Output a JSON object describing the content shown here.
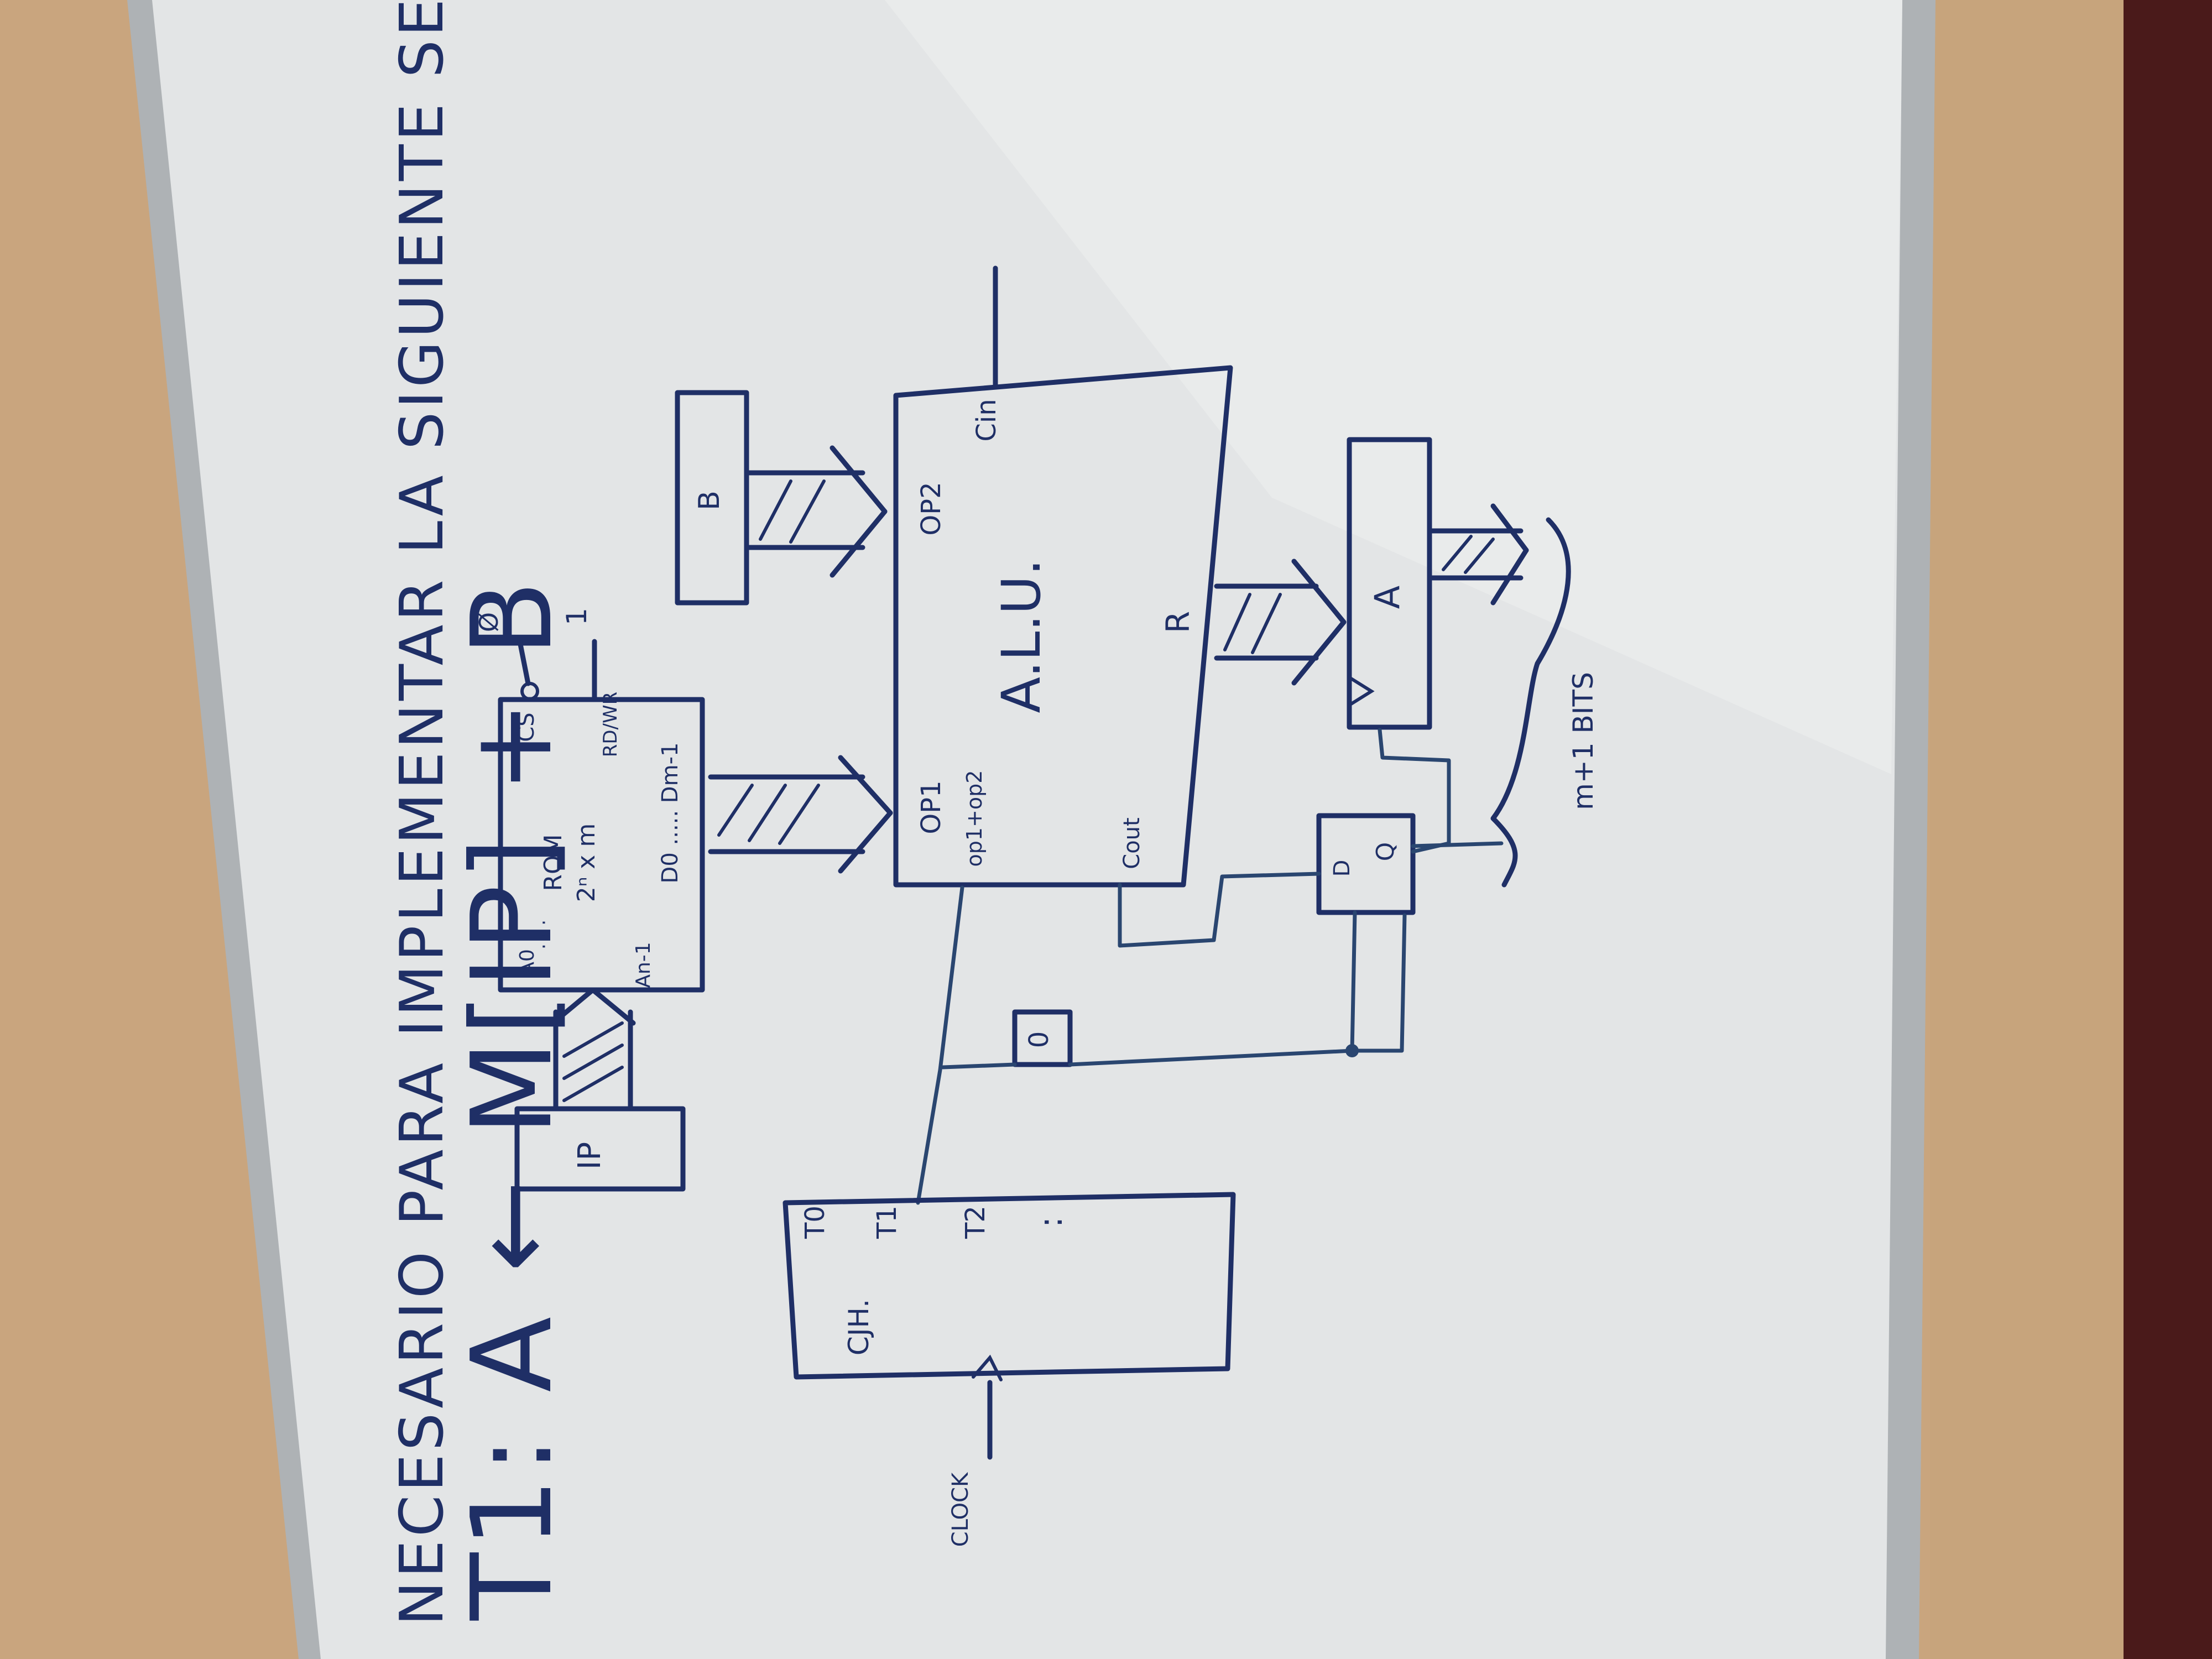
{
  "header": {
    "line1": "NECESARIO PARA IMPLEMENTAR LA SIGUIENTE SENTENCIA EN L.T.R.",
    "statement": "T1: A ← M[IP] + B"
  },
  "diagram": {
    "ip": "IP",
    "rom": {
      "name": "ROM",
      "size": "2ⁿ x m",
      "a0": "A0",
      "dots": "· · ·",
      "an1": "An-1",
      "outputs": "D0 ..... Dm-1",
      "cs": "CS",
      "rdwr": "RD/WR",
      "cs_val": "Ø",
      "rdwr_val": "1"
    },
    "b": "B",
    "alu": {
      "name": "A.L.U.",
      "op1": "OP1",
      "op2": "OP2",
      "cin": "Cin",
      "r": "R",
      "op": "op1+op2",
      "cout": "Cout"
    },
    "a": "A",
    "ff": {
      "d": "D",
      "q": "Q"
    },
    "zero": "0",
    "counter": {
      "name": "CJH.",
      "t0": "T0",
      "t1": "T1",
      "t2": "T2",
      "dots": ":"
    },
    "clock": "CLOCK",
    "bits": "m+1 BITS"
  },
  "colors": {
    "board": "#e5e7e8",
    "marker": "#1f2f66",
    "wall": "#c9a57e",
    "frame": "#b5b9bc"
  }
}
